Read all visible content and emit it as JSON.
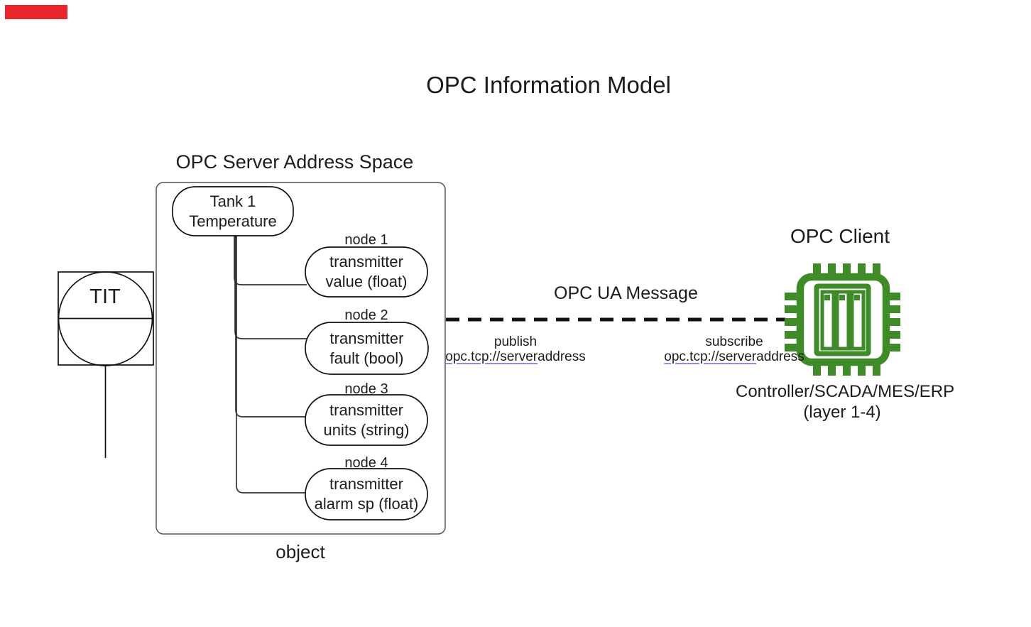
{
  "title": "OPC Information Model",
  "marker": {
    "color": "#e8252a"
  },
  "server": {
    "heading": "OPC Server Address Space",
    "object_label": "object",
    "root_node": {
      "line1": "Tank 1",
      "line2": "Temperature"
    },
    "nodes": [
      {
        "label": "node 1",
        "line1": "transmitter",
        "line2": "value (float)"
      },
      {
        "label": "node 2",
        "line1": "transmitter",
        "line2": "fault (bool)"
      },
      {
        "label": "node 3",
        "line1": "transmitter",
        "line2": "units (string)"
      },
      {
        "label": "node 4",
        "line1": "transmitter",
        "line2": "alarm sp (float)"
      }
    ]
  },
  "instrument": {
    "tag": "TIT"
  },
  "message": {
    "label": "OPC UA Message",
    "publish": {
      "action": "publish",
      "address_link": "opc.tcp://server",
      "address_rest": "address"
    },
    "subscribe": {
      "action": "subscribe",
      "address_link": "opc.tcp://server",
      "address_rest": "address"
    },
    "link_underline_color": "#8a8df0"
  },
  "client": {
    "heading": "OPC Client",
    "caption_line1": "Controller/SCADA/MES/ERP",
    "caption_line2": "(layer 1-4)",
    "chip_color": "#3e8b28",
    "icon": "chip-icon"
  }
}
